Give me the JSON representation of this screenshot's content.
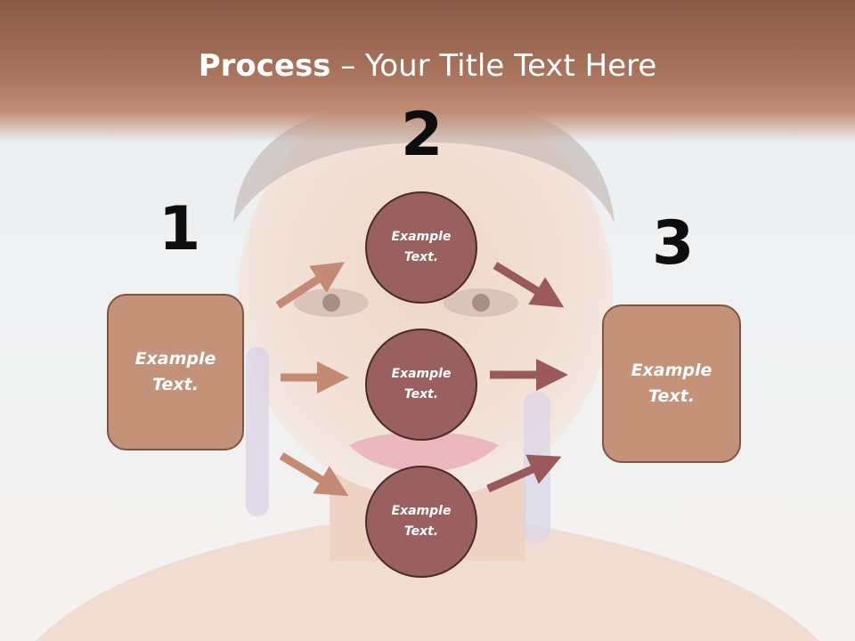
{
  "slide": {
    "title_bold": "Process",
    "title_rest": " – Your Title Text Here",
    "colors": {
      "header": "#a8725b",
      "box_fill": "#c49179",
      "box_border": "#7d5446",
      "circle_fill": "#9a6060",
      "circle_border": "#4a2a28",
      "arrow_light": "#c48a73",
      "arrow_dark": "#9a5a5c",
      "text": "#ffffff",
      "numbers": "#0d0d0d"
    }
  },
  "steps": {
    "one": "1",
    "two": "2",
    "three": "3"
  },
  "nodes": {
    "left_box": "Example\nText.",
    "circle_top": "Example\nText.",
    "circle_mid": "Example\nText.",
    "circle_bot": "Example\nText.",
    "right_box": "Example\nText."
  }
}
